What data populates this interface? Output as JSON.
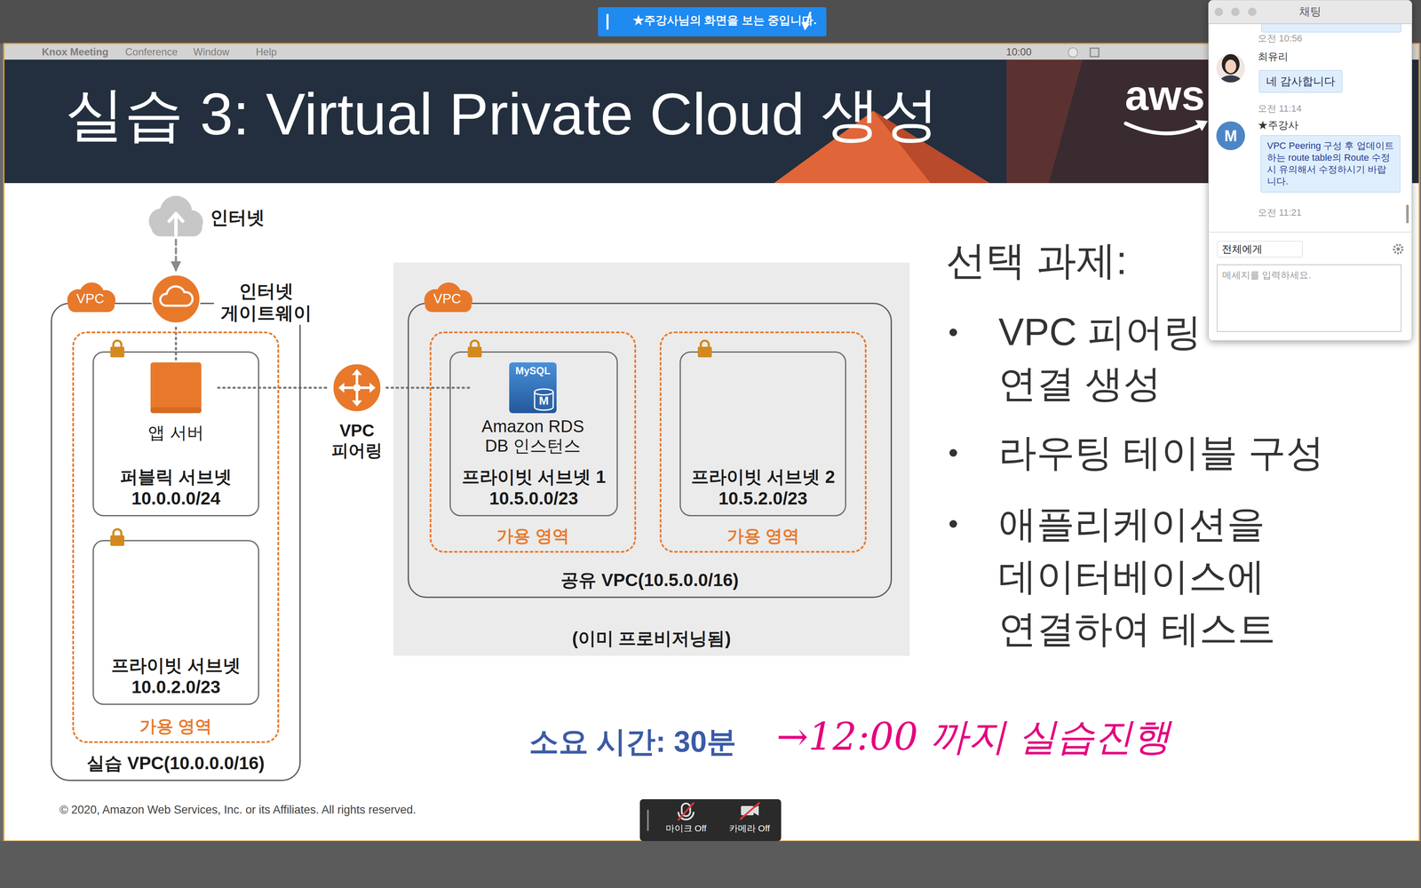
{
  "diagram": {
    "title": "실습 3: Virtual Private Cloud 생성",
    "nodes": [
      {
        "text": [
          "인터넷"
        ]
      },
      {
        "text": [
          "인터넷 게이트웨이"
        ]
      },
      {
        "text": [
          "VPC",
          "실습 VPC(10.0.0.0/16)"
        ]
      },
      {
        "text": [
          "가용 영역"
        ],
        "in": 2
      },
      {
        "text": [
          "퍼블릭 서브넷 10.0.0.0/24"
        ],
        "in": 3
      },
      {
        "text": [
          "앱 서버"
        ],
        "in": 4
      },
      {
        "text": [
          "프라이빗 서브넷 10.0.2.0/23"
        ],
        "in": 3
      },
      {
        "text": [
          "VPC 피어링"
        ]
      },
      {
        "text": [
          "(이미 프로비저닝됨)"
        ]
      },
      {
        "text": [
          "VPC",
          "공유 VPC(10.5.0.0/16)"
        ],
        "in": 8
      },
      {
        "text": [
          "가용 영역"
        ],
        "in": 9
      },
      {
        "text": [
          "프라이빗 서브넷 1 10.5.0.0/23"
        ],
        "in": 10
      },
      {
        "text": [
          "MySQL",
          "M",
          "Amazon RDS DB 인스턴스"
        ],
        "in": 11
      },
      {
        "text": [
          "가용 영역"
        ],
        "in": 9
      },
      {
        "text": [
          "프라이빗 서브넷 2 10.5.2.0/23"
        ],
        "in": 13
      }
    ],
    "edges": [
      {
        "from": 0,
        "to": 1,
        "arrow": "to"
      },
      {
        "from": 1,
        "to": 5,
        "arrow": "none"
      },
      {
        "from": 5,
        "to": 7,
        "arrow": "none"
      },
      {
        "from": 7,
        "to": 12,
        "arrow": "none"
      }
    ],
    "labels": [
      "★주강사님의 화면을 보는 중입니다.",
      "Knox Meeting",
      "Conference",
      "Window",
      "Help",
      "10:00",
      "aws",
      "선택 과제:",
      "VPC 피어링 연결 생성",
      "라우팅 테이블 구성",
      "애플리케이션을 데이터베이스에 연결하여 테스트",
      "소요 시간: 30분",
      "→12:00 까지 실습진행",
      "© 2020, Amazon Web Services, Inc. or its Affiliates. All rights reserved.",
      "마이크 Off",
      "카메라 Off",
      "채팅",
      "오전 10:56",
      "최유리",
      "네 감사합니다",
      "오전 11:14",
      "M",
      "★주강사",
      "VPC Peering 구성 후 업데이트하는 route table의 Route 수정 시 유의해서 수정하시기 바랍니다.",
      "오전 11:21",
      "전체에게",
      "메세지를 입력하세요."
    ]
  }
}
